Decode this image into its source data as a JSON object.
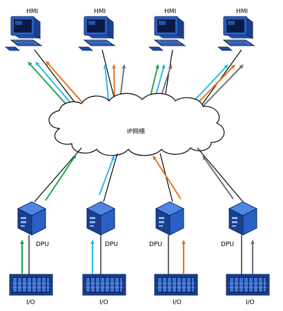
{
  "header_text": "",
  "hmi_label": "HMI",
  "network_label": "IP网络",
  "dpu_label": "DPU",
  "io_label": "I/O",
  "colors": {
    "green": "#1aa84a",
    "cyan": "#2fb7e6",
    "orange": "#e8741c",
    "gray": "#707080",
    "line": "#000000",
    "device_blue": "#1f55b8"
  },
  "icons": [
    "computer-icon",
    "cloud-icon",
    "dpu-cube-icon",
    "io-rack-icon"
  ]
}
